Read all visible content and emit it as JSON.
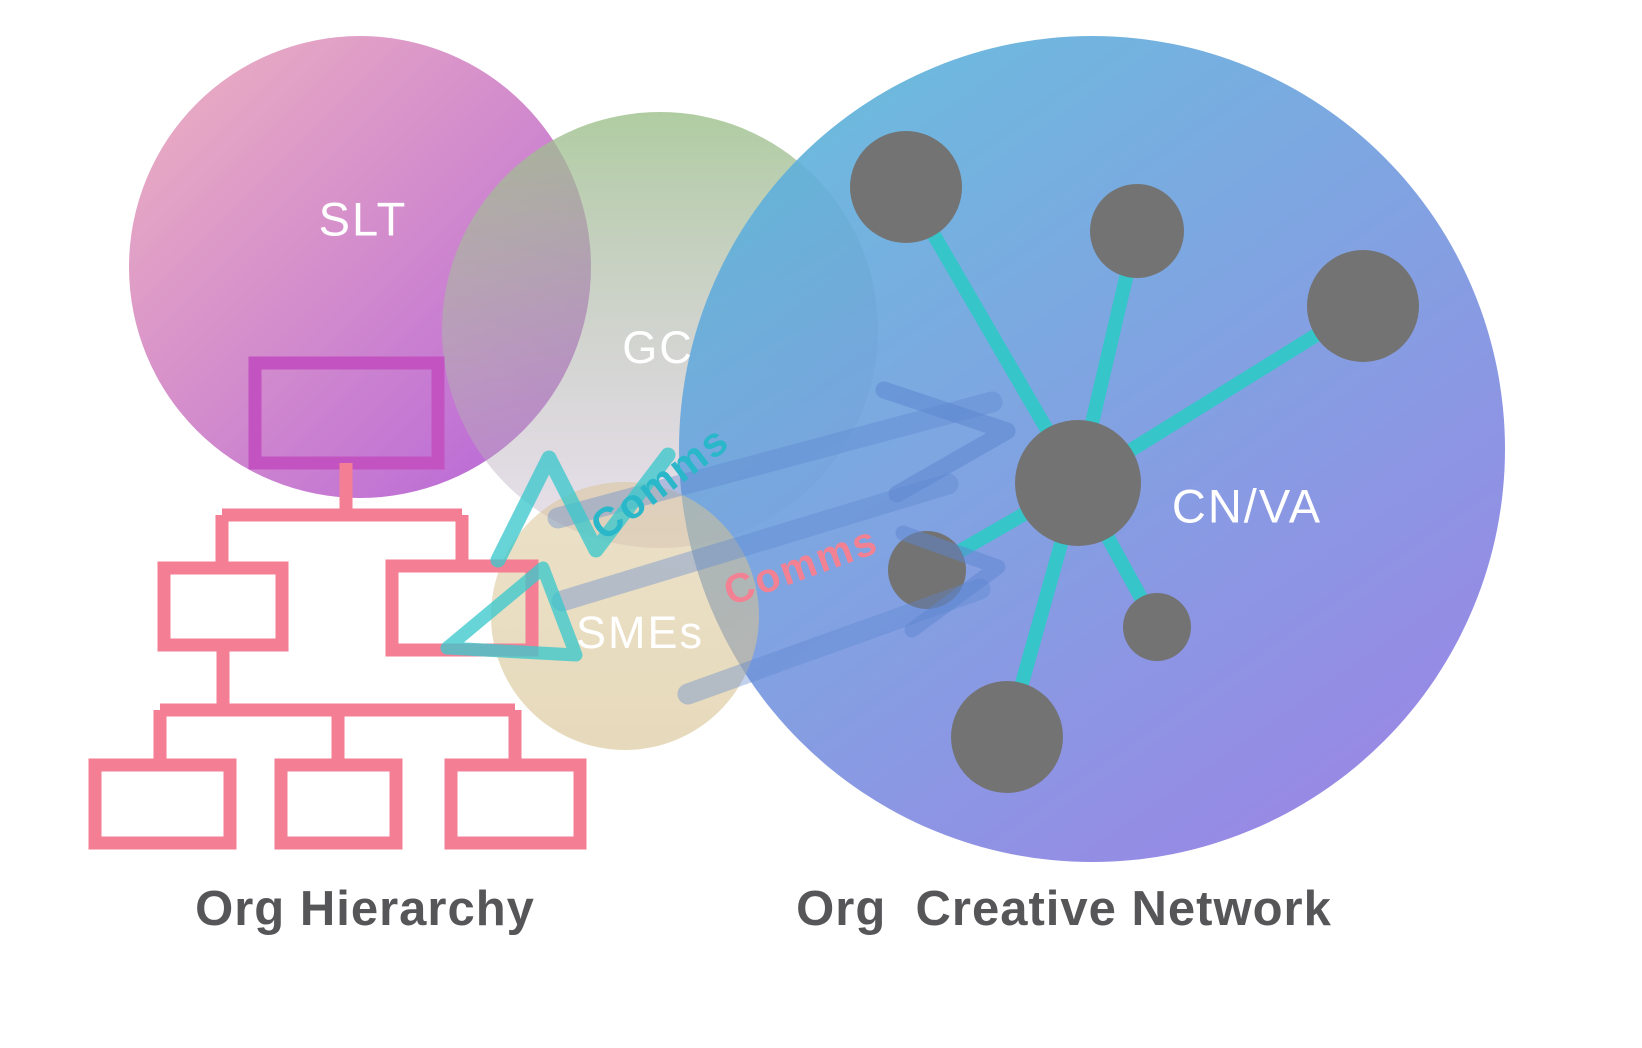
{
  "labels": {
    "slt": "SLT",
    "gc": "GC",
    "smes": "SMEs",
    "cnva": "CN/VA",
    "comms_upper": "Comms",
    "comms_lower": "Comms"
  },
  "captions": {
    "left": "Org Hierarchy",
    "right": "Org  Creative Network"
  },
  "colors": {
    "background": "#ffffff",
    "pink_circle_from": "#eeb0bd",
    "pink_circle_to": "#b25cd8",
    "gc_circle": "#9cc08a",
    "smes_circle": "#d8c392",
    "blue_circle_from": "#59b6da",
    "blue_circle_to": "#9077e3",
    "org_chart_stroke": "#f47e94",
    "org_chart_top_box_stroke": "#c253c1",
    "network_node_fill": "#737373",
    "network_edge_stroke": "#36c5c9",
    "arrow_teal": "#3cc8cc",
    "arrow_blue": "#5d86cf",
    "comms_teal_text": "#29b7c9",
    "comms_pink_text": "#f28293",
    "caption_text": "#565659"
  }
}
